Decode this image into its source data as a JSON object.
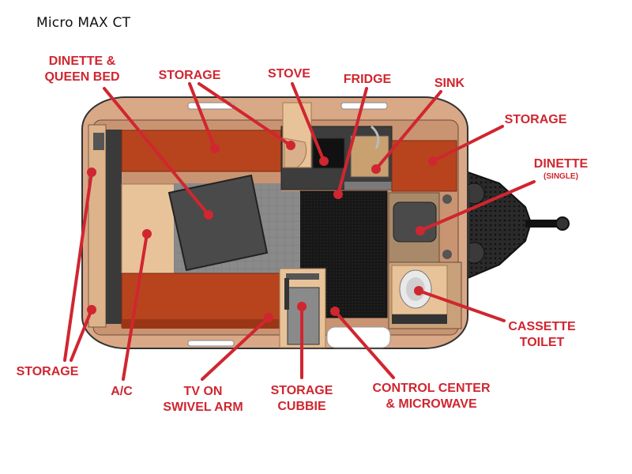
{
  "title": "Micro MAX CT",
  "colors": {
    "accent": "#d02630",
    "bench": "#b8441e",
    "wood": "#e8c39a",
    "dark_surface": "#4a4a4a",
    "floor": "#1a1a1a",
    "shell": "#d9a887"
  },
  "callouts": {
    "dinette_queen_bed": {
      "line1": "DINETTE &",
      "line2": "QUEEN BED"
    },
    "storage_top": {
      "line1": "STORAGE"
    },
    "stove": {
      "line1": "STOVE"
    },
    "fridge": {
      "line1": "FRIDGE"
    },
    "sink": {
      "line1": "SINK"
    },
    "storage_right": {
      "line1": "STORAGE"
    },
    "dinette_single": {
      "line1": "DINETTE",
      "line2": "(SINGLE)"
    },
    "cassette_toilet": {
      "line1": "CASSETTE",
      "line2": "TOILET"
    },
    "storage_left": {
      "line1": "STORAGE"
    },
    "ac": {
      "line1": "A/C"
    },
    "tv_swivel_arm": {
      "line1": "TV ON",
      "line2": "SWIVEL ARM"
    },
    "storage_cubbie": {
      "line1": "STORAGE",
      "line2": "CUBBIE"
    },
    "control_center": {
      "line1": "CONTROL CENTER",
      "line2": "& MICROWAVE"
    }
  }
}
